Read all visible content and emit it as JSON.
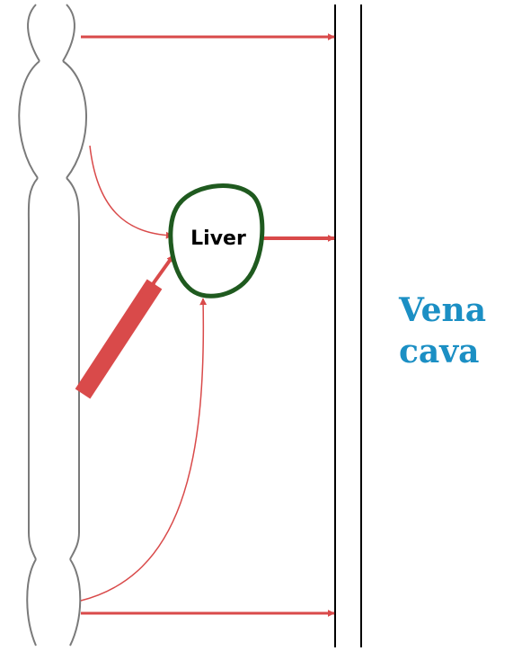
{
  "labels": {
    "organ": "Liver",
    "vessel_line1": "Vena",
    "vessel_line2": "cava"
  },
  "colors": {
    "arrow": "#d94a4a",
    "liver_outline": "#1f5a1f",
    "vessel_outline": "#7a7a7a",
    "vena_cava_text": "#1b8fc4",
    "wall_line": "#000000"
  }
}
